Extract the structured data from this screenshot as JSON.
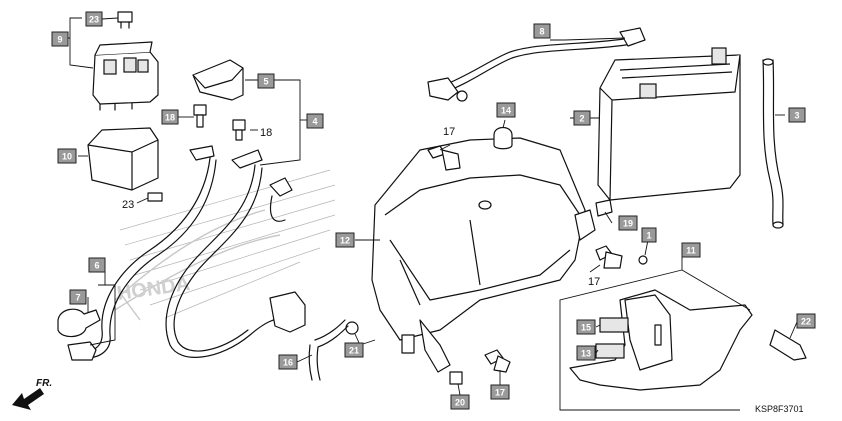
{
  "diagram_code": "KSP8F3701",
  "front_label": "FR.",
  "callouts": {
    "c2": "2",
    "c3": "3",
    "c4": "4",
    "c5": "5",
    "c6": "6",
    "c7": "7",
    "c8": "8",
    "c9": "9",
    "c10": "10",
    "c11": "11",
    "c12": "12",
    "c13": "13",
    "c14": "14",
    "c15": "15",
    "c16": "16",
    "c19": "19",
    "c20": "20",
    "c21": "21",
    "c22": "22",
    "c23": "23",
    "c1": "1"
  },
  "plain_labels": {
    "p17a": "17",
    "p17b": "17",
    "p17c": "17",
    "p18": "18",
    "p23": "23"
  }
}
